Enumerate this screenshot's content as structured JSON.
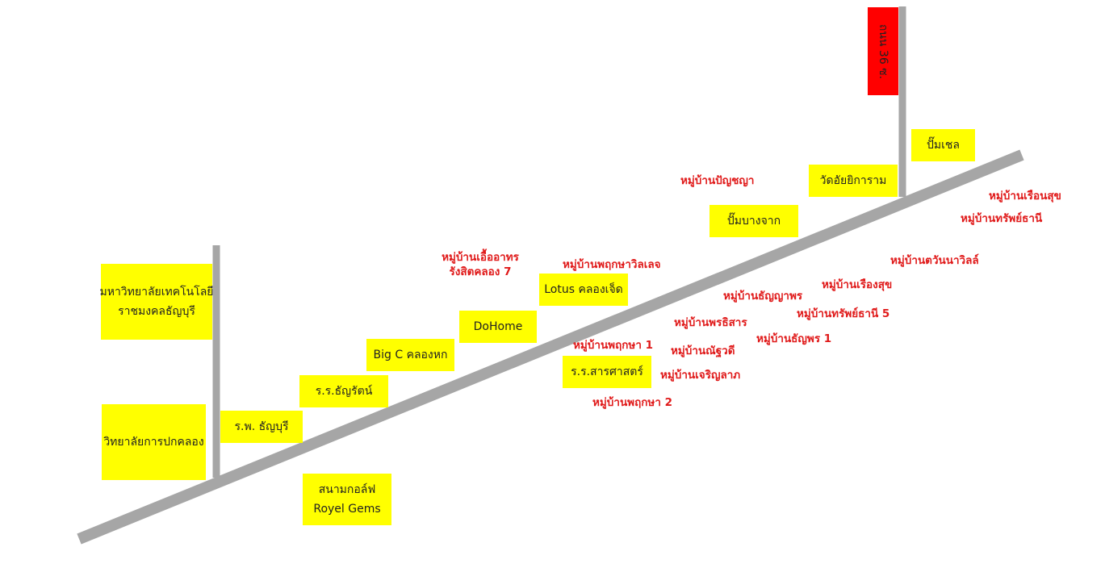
{
  "colors": {
    "road": "#a6a6a6",
    "box": "#ffff00",
    "sign": "#ff0000",
    "label": "#e01a1a"
  },
  "road_sign": "ถนน 36 ซ.",
  "landmarks": [
    {
      "id": "rmutt",
      "lines": [
        "มหาวิทยาลัยเทคโนโลยี",
        "ราชมงคลธัญบุรี"
      ]
    },
    {
      "id": "pathumthani-college",
      "lines": [
        "วิทยาลัยการปกคลอง"
      ]
    },
    {
      "id": "thanyaburi-hospital",
      "lines": [
        "ร.พ. ธัญบุรี"
      ]
    },
    {
      "id": "thanyarat-school",
      "lines": [
        "ร.ร.ธัญรัตน์"
      ]
    },
    {
      "id": "bigc",
      "lines": [
        "Big C คลองหก"
      ]
    },
    {
      "id": "dohome",
      "lines": [
        "DoHome"
      ]
    },
    {
      "id": "lotus",
      "lines": [
        "Lotus คลองเจ็ด"
      ]
    },
    {
      "id": "sarasas-school",
      "lines": [
        "ร.ร.สารศาสตร์"
      ]
    },
    {
      "id": "golf",
      "lines": [
        "สนามกอล์ฟ",
        "Royel Gems"
      ]
    },
    {
      "id": "bang-chak-pump",
      "lines": [
        "ปั๊มบางจาก"
      ]
    },
    {
      "id": "wat-aiyikaram",
      "lines": [
        "วัดอัยยิการาม"
      ]
    },
    {
      "id": "shell-pump",
      "lines": [
        "ปั๊มเชล"
      ]
    }
  ],
  "villages": [
    {
      "id": "ua-athorn",
      "lines": [
        "หมู่บ้านเอื้ออาทร",
        "รังสิตคลอง 7"
      ]
    },
    {
      "id": "pruksa-village",
      "lines": [
        "หมู่บ้านพฤกษาวิลเลจ"
      ]
    },
    {
      "id": "punyaya",
      "lines": [
        "หมู่บ้านปัญชญา"
      ]
    },
    {
      "id": "ruean-suk-1",
      "lines": [
        "หมู่บ้านเรือนสุข"
      ]
    },
    {
      "id": "sap-thani",
      "lines": [
        "หมู่บ้านทรัพย์ธานี"
      ]
    },
    {
      "id": "tawanna",
      "lines": [
        "หมู่บ้านตวันนาวิลล์"
      ]
    },
    {
      "id": "rueang-suk",
      "lines": [
        "หมู่บ้านเรืองสุข"
      ]
    },
    {
      "id": "thanyaporn",
      "lines": [
        "หมู่บ้านธัญญาพร"
      ]
    },
    {
      "id": "sap-thani-5",
      "lines": [
        "หมู่บ้านทรัพย์ธานี 5"
      ]
    },
    {
      "id": "pornthisan",
      "lines": [
        "หมู่บ้านพรธิสาร"
      ]
    },
    {
      "id": "thanyaporn-1",
      "lines": [
        "หมู่บ้านธัญพร 1"
      ]
    },
    {
      "id": "pruksa-1",
      "lines": [
        "หมู่บ้านพฤกษา 1"
      ]
    },
    {
      "id": "nathadee",
      "lines": [
        "หมู่บ้านณัฐวดี"
      ]
    },
    {
      "id": "charoen-lap",
      "lines": [
        "หมู่บ้านเจริญลาภ"
      ]
    },
    {
      "id": "pruksa-2",
      "lines": [
        "หมู่บ้านพฤกษา 2"
      ]
    }
  ]
}
